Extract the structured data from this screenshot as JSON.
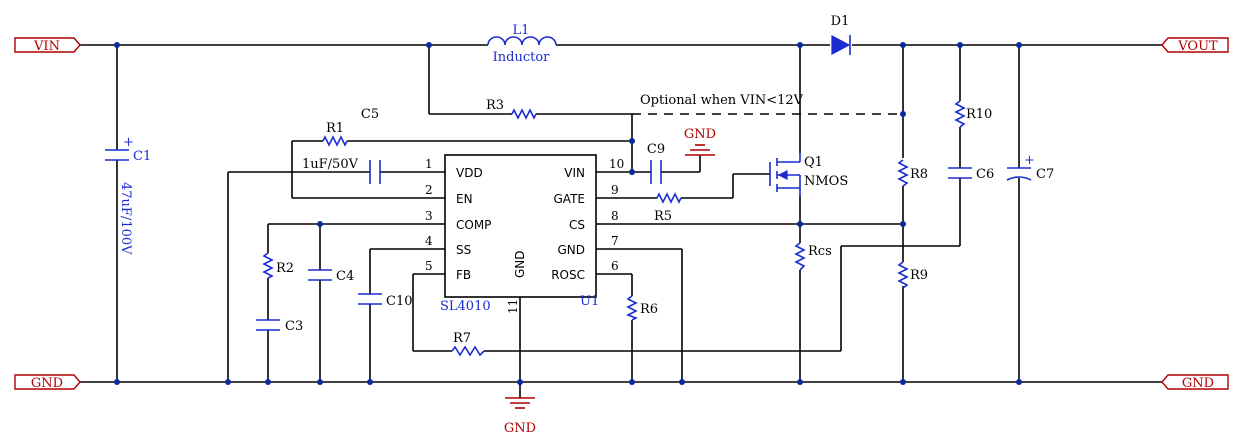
{
  "ports": {
    "vin": "VIN",
    "vout": "VOUT",
    "gnd_left": "GND",
    "gnd_right": "GND",
    "gnd_bottom": "GND",
    "gnd_top": "GND"
  },
  "components": {
    "L1": {
      "ref": "L1",
      "value": "Inductor"
    },
    "D1": {
      "ref": "D1"
    },
    "R1": {
      "ref": "R1"
    },
    "R2": {
      "ref": "R2"
    },
    "R3": {
      "ref": "R3"
    },
    "R5": {
      "ref": "R5"
    },
    "R6": {
      "ref": "R6"
    },
    "R7": {
      "ref": "R7"
    },
    "R8": {
      "ref": "R8"
    },
    "R9": {
      "ref": "R9"
    },
    "R10": {
      "ref": "R10"
    },
    "Rcs": {
      "ref": "Rcs"
    },
    "C1": {
      "ref": "C1",
      "value": "47uF/100V"
    },
    "C3": {
      "ref": "C3"
    },
    "C4": {
      "ref": "C4"
    },
    "C5": {
      "ref": "C5",
      "value": "1uF/50V"
    },
    "C6": {
      "ref": "C6"
    },
    "C7": {
      "ref": "C7"
    },
    "C9": {
      "ref": "C9"
    },
    "C10": {
      "ref": "C10"
    },
    "Q1": {
      "ref": "Q1",
      "value": "NMOS"
    },
    "U1": {
      "ref": "U1",
      "part": "SL4010"
    }
  },
  "annotation": "Optional when VIN<12V",
  "ic": {
    "left_pins": [
      {
        "num": "1",
        "name": "VDD"
      },
      {
        "num": "2",
        "name": "EN"
      },
      {
        "num": "3",
        "name": "COMP"
      },
      {
        "num": "4",
        "name": "SS"
      },
      {
        "num": "5",
        "name": "FB"
      }
    ],
    "right_pins": [
      {
        "num": "10",
        "name": "VIN"
      },
      {
        "num": "9",
        "name": "GATE"
      },
      {
        "num": "8",
        "name": "CS"
      },
      {
        "num": "7",
        "name": "GND"
      },
      {
        "num": "6",
        "name": "ROSC"
      }
    ],
    "bottom_pin": {
      "num": "11",
      "name": "GND"
    }
  },
  "colors": {
    "wire": "#000000",
    "component": "#1a2bd0",
    "port": "#b00000"
  }
}
